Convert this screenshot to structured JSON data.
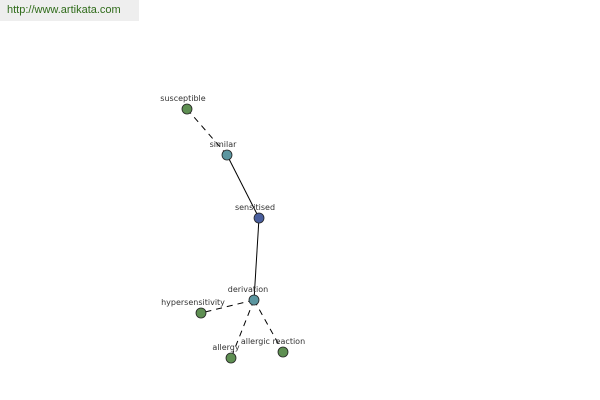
{
  "banner": {
    "url": "http://www.artikata.com"
  },
  "colors": {
    "leaf": "#5e8f52",
    "hub": "#5b96a0",
    "root": "#4a5f9e",
    "edge": "#000000"
  },
  "graph": {
    "nodes": [
      {
        "id": "susceptible",
        "label": "susceptible",
        "kind": "leaf"
      },
      {
        "id": "similar",
        "label": "similar",
        "kind": "hub"
      },
      {
        "id": "sensitised",
        "label": "sensitised",
        "kind": "root"
      },
      {
        "id": "derivation",
        "label": "derivation",
        "kind": "hub"
      },
      {
        "id": "hypersensitivity",
        "label": "hypersensitivity",
        "kind": "leaf"
      },
      {
        "id": "allergy",
        "label": "allergy",
        "kind": "leaf"
      },
      {
        "id": "allergic-reaction",
        "label": "allergic reaction",
        "kind": "leaf"
      }
    ],
    "edges": [
      {
        "from": "susceptible",
        "to": "similar",
        "style": "dashed"
      },
      {
        "from": "similar",
        "to": "sensitised",
        "style": "solid"
      },
      {
        "from": "sensitised",
        "to": "derivation",
        "style": "solid"
      },
      {
        "from": "derivation",
        "to": "hypersensitivity",
        "style": "dashed"
      },
      {
        "from": "derivation",
        "to": "allergy",
        "style": "dashed"
      },
      {
        "from": "derivation",
        "to": "allergic-reaction",
        "style": "dashed"
      }
    ]
  }
}
